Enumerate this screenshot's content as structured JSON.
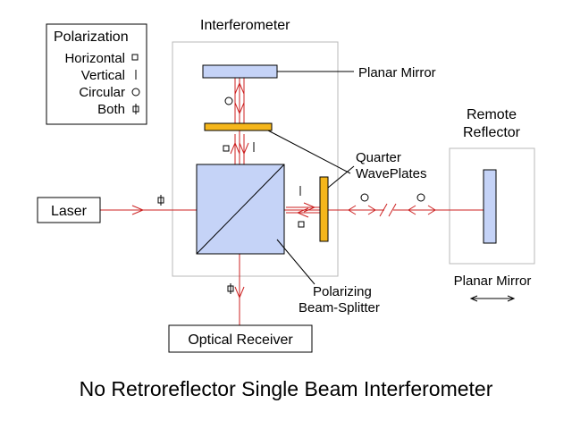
{
  "title": "No Retroreflector Single Beam Interferometer",
  "legend": {
    "heading": "Polarization",
    "items": [
      {
        "label": "Horizontal",
        "symbol": "square-icon"
      },
      {
        "label": "Vertical",
        "symbol": "vertical-bar-icon"
      },
      {
        "label": "Circular",
        "symbol": "circle-icon"
      },
      {
        "label": "Both",
        "symbol": "square-bar-icon"
      }
    ]
  },
  "interferometer_label": "Interferometer",
  "labels": {
    "planar_mirror_top": "Planar Mirror",
    "quarter": "Quarter",
    "waveplates": "WavePlates",
    "polarizing": "Polarizing",
    "beam_splitter": "Beam-Splitter",
    "remote": "Remote",
    "reflector": "Reflector",
    "planar_mirror_remote": "Planar Mirror"
  },
  "boxes": {
    "laser": "Laser",
    "optical_receiver": "Optical Receiver"
  },
  "colors": {
    "beam": "#cc2222",
    "optic_blue": "#c5d3f7",
    "waveplate": "#f5b61b",
    "box_border": "#b8b8b8"
  }
}
